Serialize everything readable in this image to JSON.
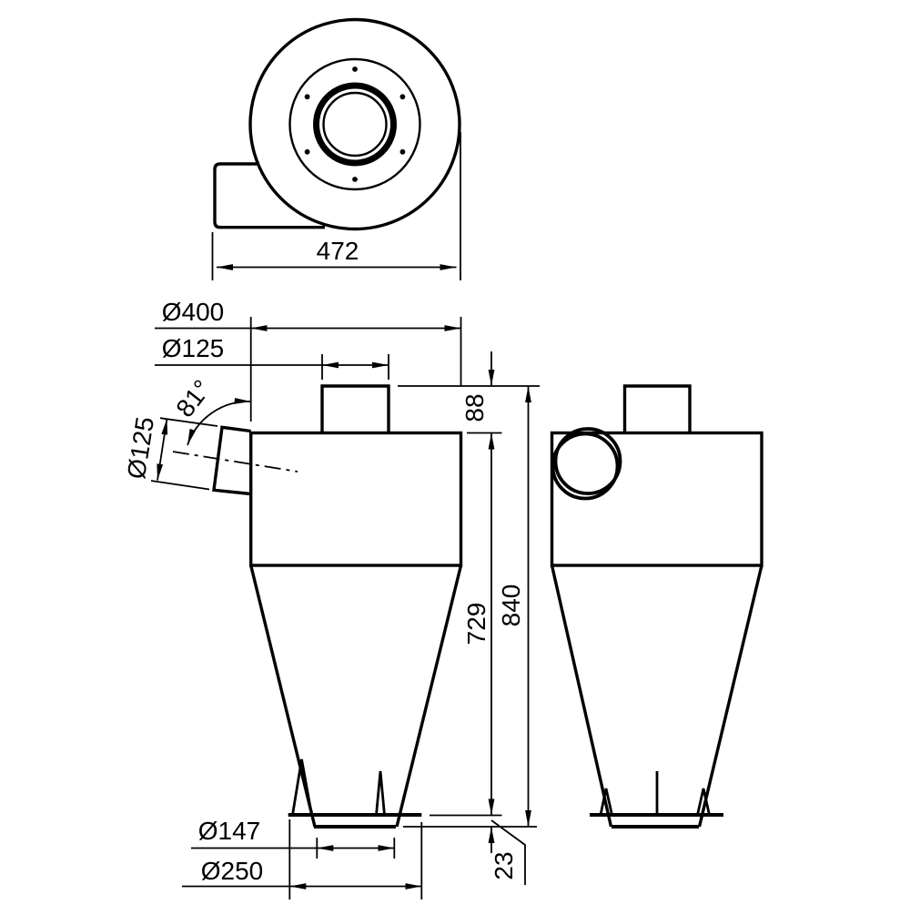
{
  "drawing": {
    "dims": {
      "top_width": "472",
      "body_diameter": "Ø400",
      "outlet_pipe_diameter": "Ø125",
      "inlet_angle": "81°",
      "inlet_diameter": "Ø125",
      "outlet_stub_height": "88",
      "body_cone_height": "729",
      "overall_height": "840",
      "bottom_flange_offset": "23",
      "dust_outlet_diameter": "Ø147",
      "bottom_flange_diameter": "Ø250"
    }
  }
}
